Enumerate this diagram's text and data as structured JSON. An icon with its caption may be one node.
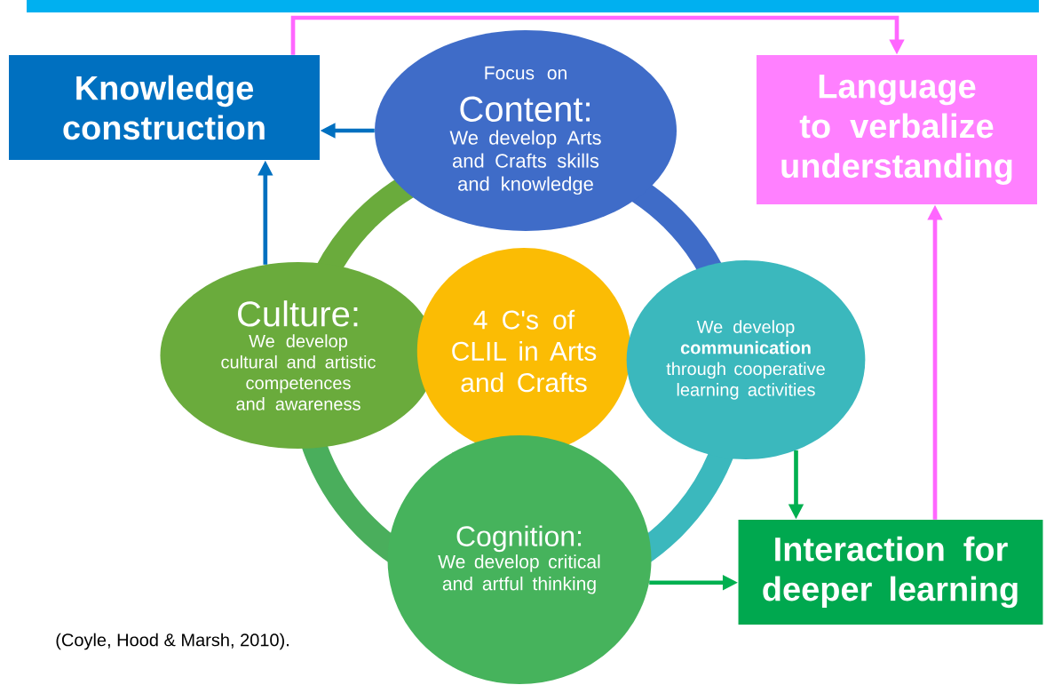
{
  "diagram": {
    "nodes": [
      {
        "text": [
          "Focus on",
          "Content:",
          "We develop Arts and Crafts skills and knowledge"
        ]
      },
      {
        "text": [
          "Culture:",
          "We develop cultural and artistic competences and awareness"
        ]
      },
      {
        "text": [
          "4 C's of CLIL in Arts and Crafts"
        ]
      },
      {
        "text": [
          "We develop **communication** through cooperative learning activities"
        ]
      },
      {
        "text": [
          "Cognition:",
          "We develop critical and artful thinking"
        ]
      },
      {
        "text": [
          "Knowledge construction"
        ]
      },
      {
        "text": [
          "Language to verbalize understanding"
        ]
      },
      {
        "text": [
          "Interaction for deeper learning"
        ]
      }
    ],
    "edges": [
      {
        "from": 0,
        "to": 5,
        "arrow": "to",
        "color": "#0070c0"
      },
      {
        "from": 1,
        "to": 5,
        "arrow": "to",
        "color": "#0070c0"
      },
      {
        "from": 5,
        "to": 6,
        "arrow": "to",
        "color": "#ff66ff"
      },
      {
        "from": 3,
        "to": 7,
        "arrow": "to",
        "color": "#00b050"
      },
      {
        "from": 4,
        "to": 7,
        "arrow": "to",
        "color": "#00b050"
      },
      {
        "from": 7,
        "to": 6,
        "arrow": "to",
        "color": "#ff66ff"
      }
    ],
    "labels": [
      "(Coyle, Hood & Marsh, 2010)."
    ]
  }
}
